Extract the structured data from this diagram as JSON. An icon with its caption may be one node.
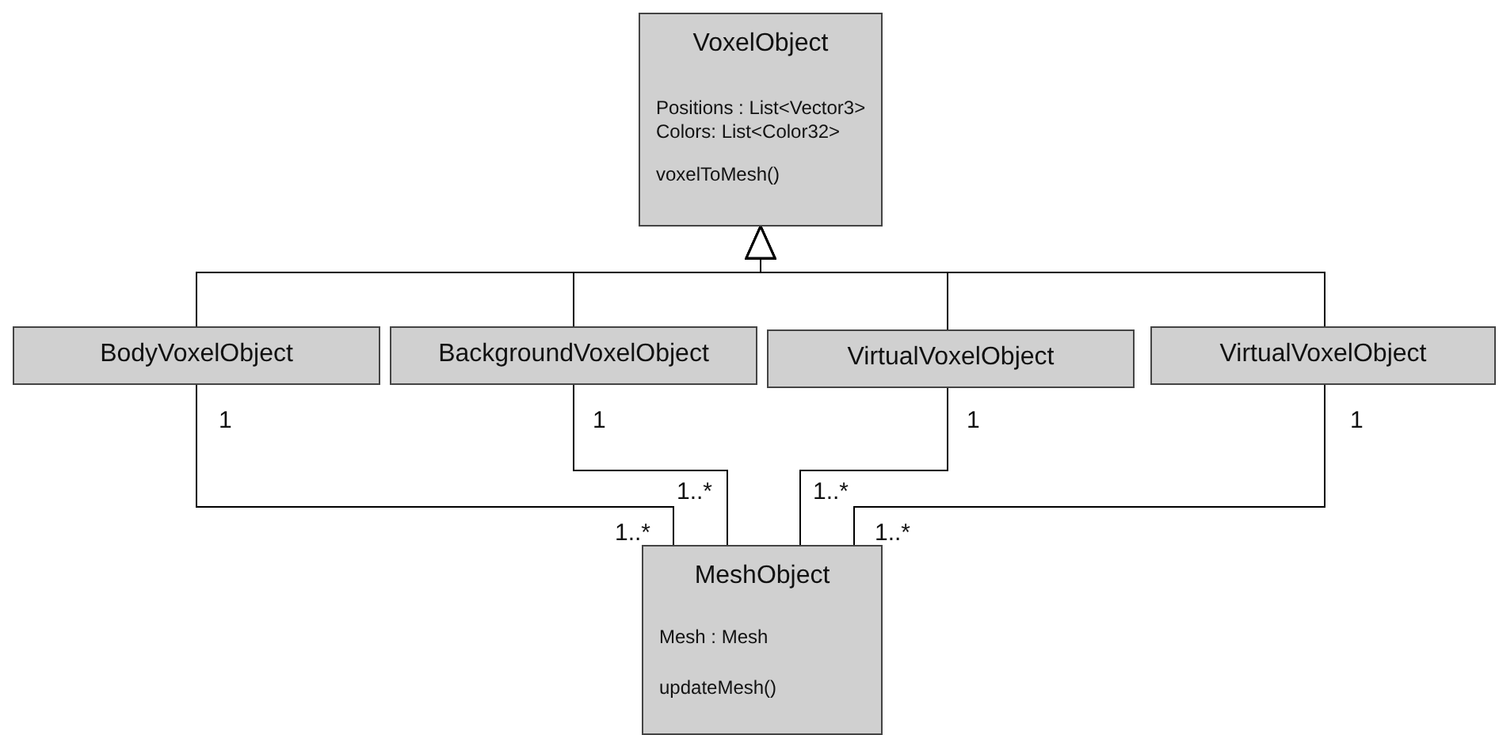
{
  "diagram": {
    "nodes": [
      {
        "text": [
          "VoxelObject",
          "Positions : List<Vector3> Colors: List<Color32>",
          "voxelToMesh()"
        ]
      },
      {
        "text": [
          "BodyVoxelObject"
        ]
      },
      {
        "text": [
          "BackgroundVoxelObject"
        ]
      },
      {
        "text": [
          "VirtualVoxelObject"
        ]
      },
      {
        "text": [
          "VirtualVoxelObject"
        ]
      },
      {
        "text": [
          "MeshObject",
          "Mesh : Mesh",
          "updateMesh()"
        ]
      }
    ],
    "edges": [
      {
        "from": 1,
        "to": 0,
        "arrow": "to"
      },
      {
        "from": 2,
        "to": 0,
        "arrow": "to"
      },
      {
        "from": 3,
        "to": 0,
        "arrow": "to"
      },
      {
        "from": 4,
        "to": 0,
        "arrow": "to"
      },
      {
        "from": 1,
        "to": 5,
        "arrow": "none"
      },
      {
        "from": 2,
        "to": 5,
        "arrow": "none"
      },
      {
        "from": 3,
        "to": 5,
        "arrow": "none"
      },
      {
        "from": 4,
        "to": 5,
        "arrow": "none"
      }
    ],
    "labels": [
      "1",
      "1",
      "1",
      "1",
      "1..*",
      "1..*",
      "1..*",
      "1..*"
    ]
  }
}
